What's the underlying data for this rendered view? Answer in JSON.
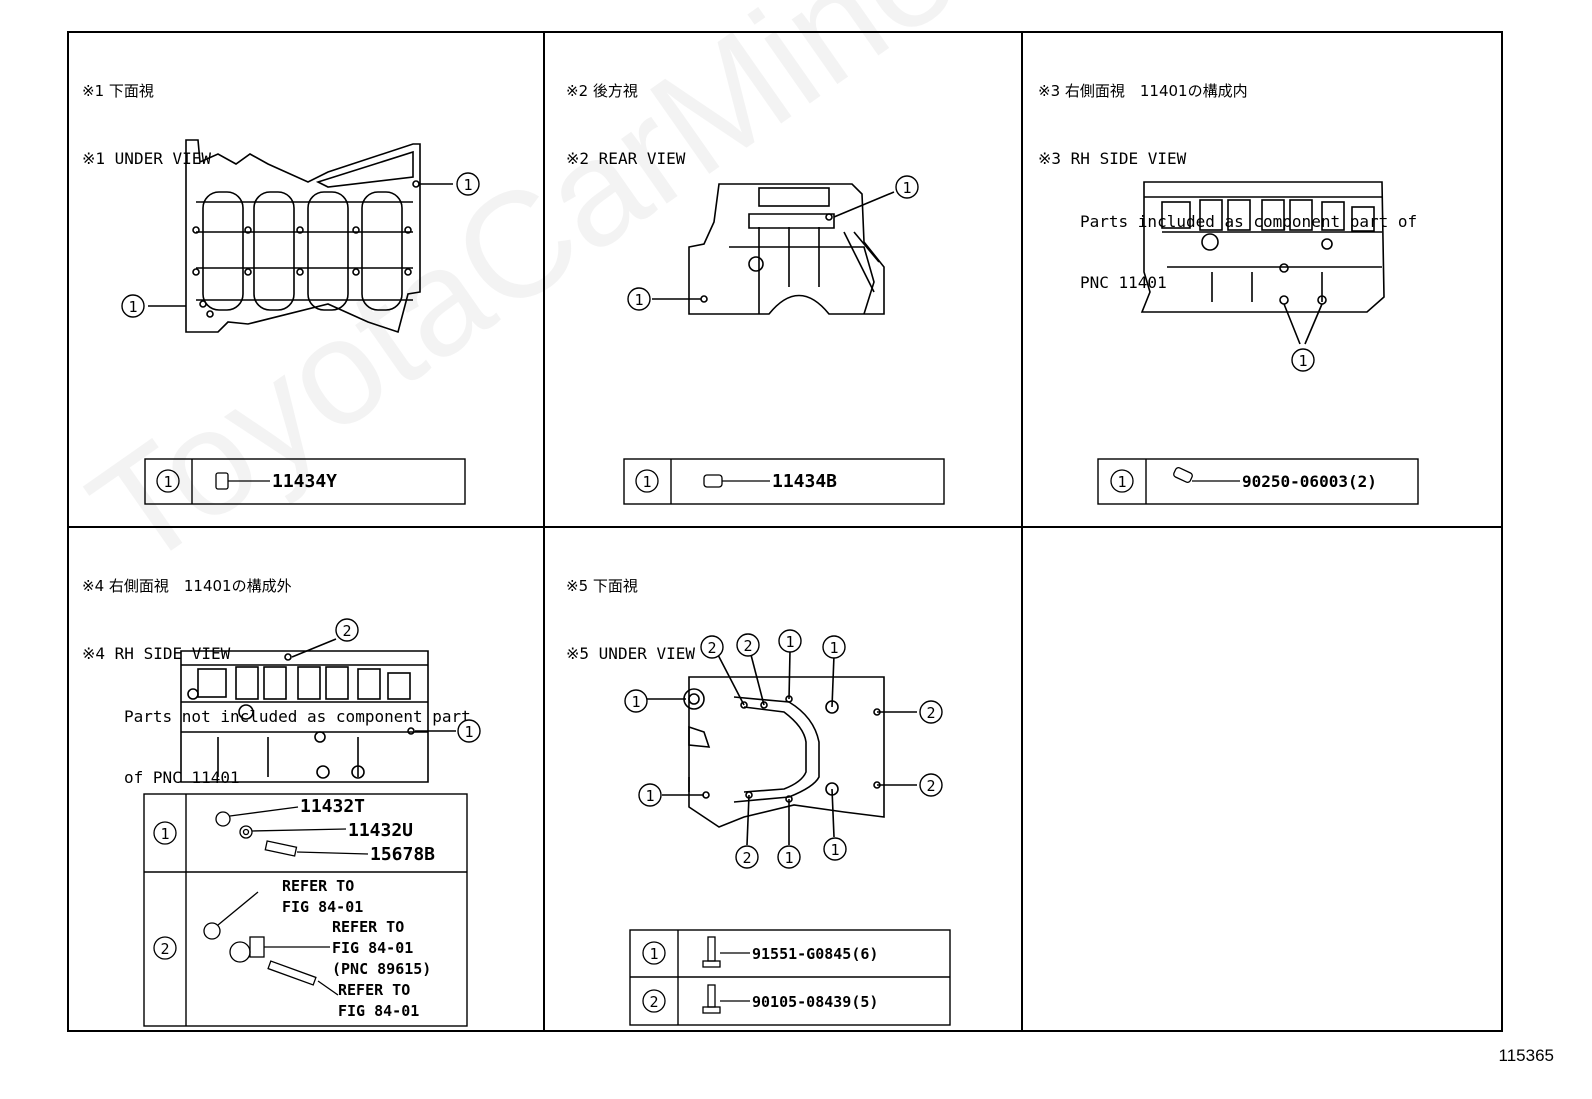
{
  "watermark": "ToyotaCarMiner.ru",
  "document_number": "115365",
  "panels": [
    {
      "header_jp": "※1 下面視",
      "header_en": "※1 UNDER VIEW",
      "callouts": [
        "1",
        "1"
      ],
      "parts": [
        {
          "callout": "1",
          "part_number": "11434Y"
        }
      ]
    },
    {
      "header_jp": "※2 後方視",
      "header_en": "※2 REAR VIEW",
      "callouts": [
        "1",
        "1"
      ],
      "parts": [
        {
          "callout": "1",
          "part_number": "11434B"
        }
      ]
    },
    {
      "header_jp": "※3 右側面視　11401の構成内",
      "header_en": "※3 RH SIDE VIEW",
      "note_line1": "Parts included as component part of",
      "note_line2": "PNC 11401",
      "callouts": [
        "1"
      ],
      "parts": [
        {
          "callout": "1",
          "part_number": "90250-06003(2)"
        }
      ]
    },
    {
      "header_jp": "※4 右側面視　11401の構成外",
      "header_en": "※4 RH SIDE VIEW",
      "note_line1": "Parts not included as component part",
      "note_line2": "of PNC 11401",
      "callouts": [
        "2",
        "1"
      ],
      "parts": [
        {
          "callout": "1",
          "part_numbers": [
            "11432T",
            "11432U",
            "15678B"
          ]
        },
        {
          "callout": "2",
          "refs": [
            "REFER TO",
            "FIG 84-01",
            "REFER TO",
            "FIG 84-01",
            "(PNC 89615)",
            "REFER TO",
            "FIG 84-01"
          ]
        }
      ]
    },
    {
      "header_jp": "※5 下面視",
      "header_en": "※5 UNDER VIEW",
      "callouts": [
        "2",
        "2",
        "1",
        "1",
        "1",
        "2",
        "2",
        "1",
        "2",
        "1",
        "1"
      ],
      "parts": [
        {
          "callout": "1",
          "part_number": "91551-G0845(6)"
        },
        {
          "callout": "2",
          "part_number": "90105-08439(5)"
        }
      ]
    }
  ]
}
